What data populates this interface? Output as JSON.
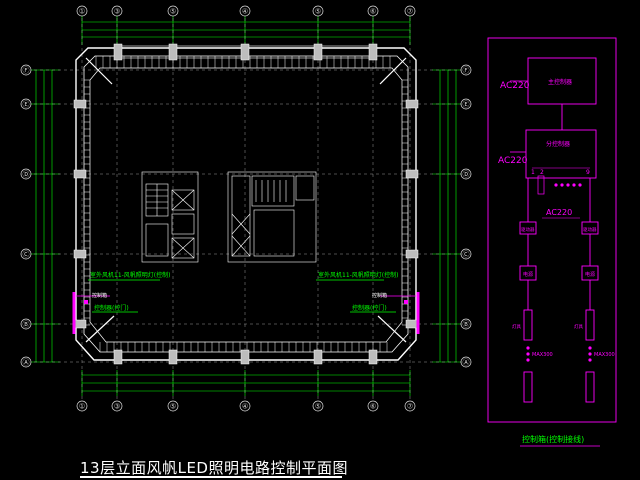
{
  "title": "13层立面风帆LED照明电路控制平面图",
  "grid": {
    "columns": [
      "①",
      "③",
      "⑤",
      "④",
      "⑤",
      "⑥",
      "⑦"
    ],
    "rows": [
      "Ⓕ",
      "Ⓔ",
      "Ⓓ",
      "Ⓒ",
      "Ⓑ",
      "Ⓐ"
    ]
  },
  "plan_labels": {
    "left_note": "室外风机11-风帆照明灯(控制)",
    "right_note": "室外风机11-风帆照明灯(控制)",
    "left_box": "控制箱",
    "right_box": "控制箱",
    "left_dev": "控制器(控门)",
    "right_dev": "控制器(控门)"
  },
  "schematic": {
    "ac1": "AC220",
    "ac2": "AC220",
    "ac3": "AC220",
    "main_box": "主控制器",
    "sub_box": "分控制器",
    "num_1": "1",
    "num_2": "2",
    "num_9": "9",
    "left_chain_a": "驱动器",
    "right_chain_a": "驱动器",
    "left_chain_b": "电源",
    "right_chain_b": "电源",
    "left_led": "灯具",
    "right_led": "灯具",
    "left_max": "MAX300",
    "right_max": "MAX300",
    "footer": "控制箱(控制接线)"
  },
  "colors": {
    "background": "#000000",
    "wall": "#ffffff",
    "dimension": "#00ff00",
    "schematic": "#ff00ff",
    "axis": "#dcdcdc",
    "text": "#ffffff"
  }
}
